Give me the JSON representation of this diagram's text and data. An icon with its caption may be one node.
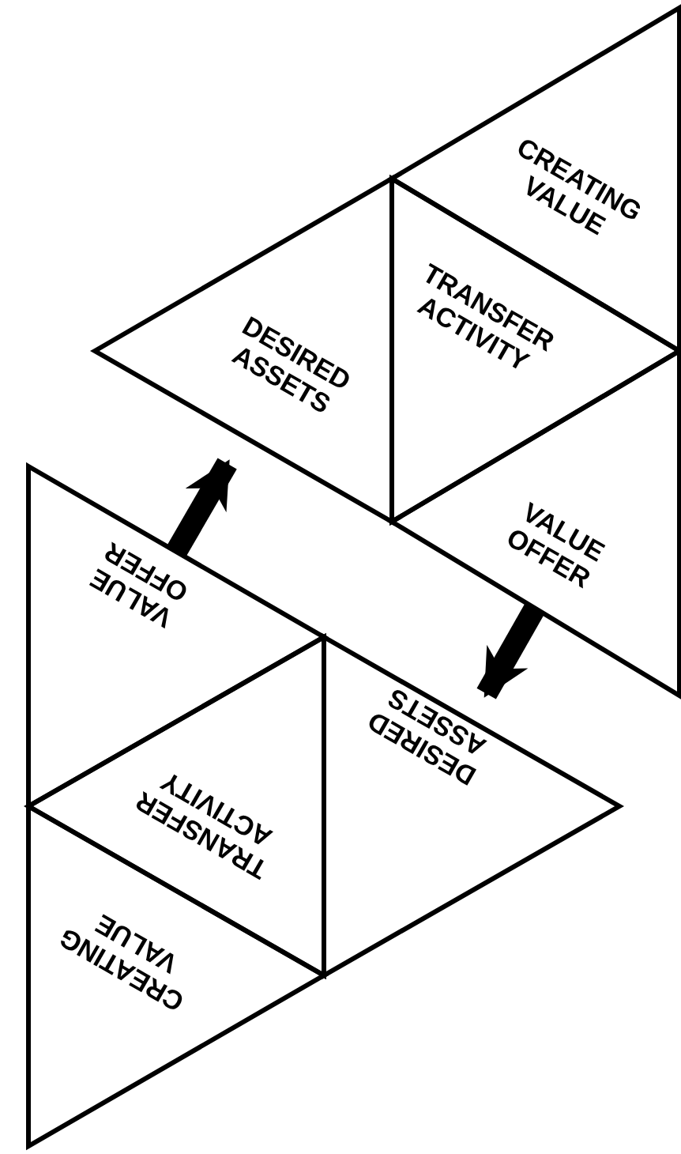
{
  "diagram": {
    "nodes": [
      {
        "text": [
          "CREATING VALUE"
        ]
      },
      {
        "text": [
          "DESIRED ASSETS"
        ]
      },
      {
        "text": [
          "TRANSFER ACTIVITY"
        ]
      },
      {
        "text": [
          "VALUE OFFER"
        ]
      },
      {
        "text": [
          "VALUE OFFER"
        ]
      },
      {
        "text": [
          "DESIRED ASSETS"
        ]
      },
      {
        "text": [
          "TRANSFER ACTIVITY"
        ]
      },
      {
        "text": [
          "CREATING VALUE"
        ]
      }
    ],
    "edges": [
      {
        "from": 4,
        "to": 1,
        "arrow": "to"
      },
      {
        "from": 3,
        "to": 5,
        "arrow": "to"
      }
    ]
  }
}
